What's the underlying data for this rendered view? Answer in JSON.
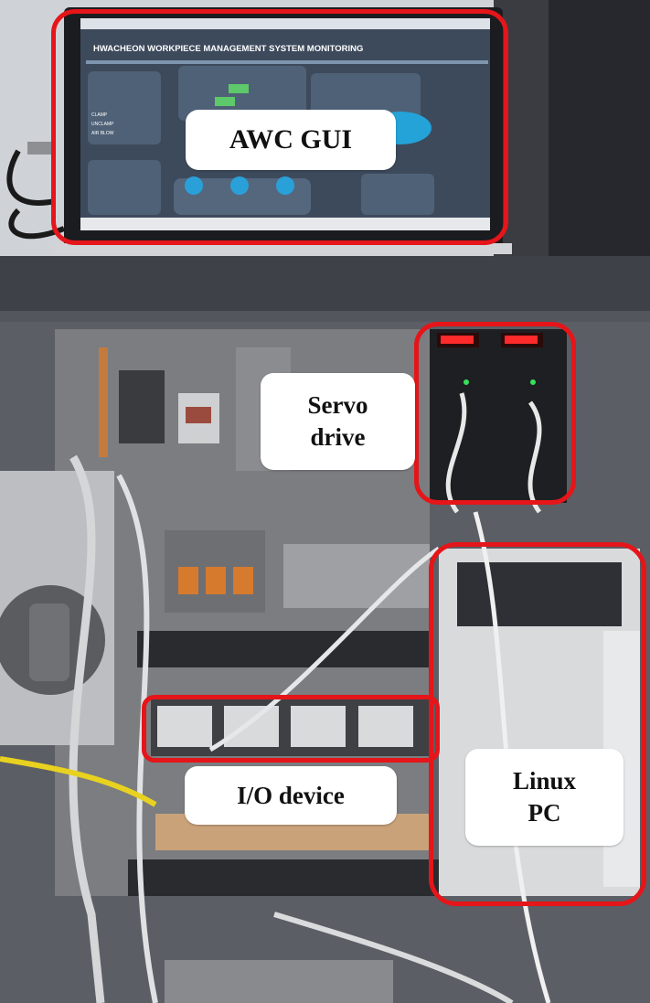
{
  "gui": {
    "title": "HWACHEON WORKPIECE MANAGEMENT SYSTEM MONITORING",
    "buttons": [
      "CLAMP",
      "UNCLAMP",
      "AIR BLOW"
    ]
  },
  "labels": {
    "awc_gui": "AWC GUI",
    "servo_line1": "Servo",
    "servo_line2": "drive",
    "io_device": "I/O device",
    "linux_line1": "Linux",
    "linux_line2": "PC"
  },
  "colors": {
    "callout": "#e5151a",
    "label_bg": "#ffffff",
    "cabinet": "#2b2d33",
    "gui_bg": "#3d4a5c"
  }
}
